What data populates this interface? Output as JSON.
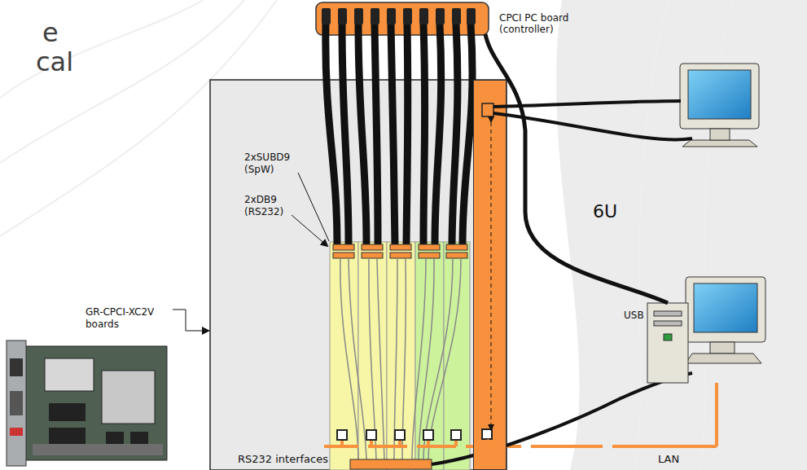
{
  "diagram": {
    "nodes": [
      {
        "text": [
          "CPCI PC board (controller)"
        ]
      }
    ],
    "labels": [
      "e",
      "cal",
      "2xSUBD9 (SpW)",
      "2xDB9 (RS232)",
      "GR-CPCI-XC2V boards",
      "6U",
      "USB",
      "RS232 interfaces",
      "LAN"
    ]
  }
}
